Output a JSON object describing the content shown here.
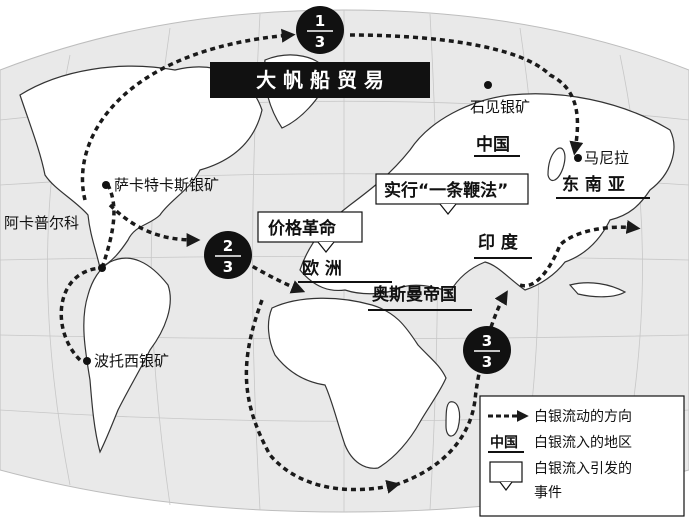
{
  "banner": {
    "title": "大 帆 船 贸 易"
  },
  "mines": {
    "iwami": "石见银矿",
    "zacatecas": "萨卡特卡斯银矿",
    "potosi": "波托西银矿"
  },
  "places": {
    "acapulco": "阿卡普尔科",
    "manila": "马尼拉",
    "china": "中国",
    "southeast_asia": "东 南 亚",
    "india": "印 度",
    "europe": "欧 洲",
    "ottoman": "奥斯曼帝国"
  },
  "events": {
    "china_event": "实行“一条鞭法”",
    "europe_event": "价格革命"
  },
  "fractions": {
    "pacific": {
      "num": "1",
      "den": "3"
    },
    "atlantic": {
      "num": "2",
      "den": "3"
    },
    "indian": {
      "num": "3",
      "den": "3"
    }
  },
  "legend": {
    "flow": "白银流动的方向",
    "region_sample": "中国",
    "region": "白银流入的地区",
    "event_line1": "白银流入引发的",
    "event_line2": "事件"
  },
  "colors": {
    "ocean": "#e9e9e9",
    "land": "#ffffff",
    "route": "#1a1a1a",
    "label_bg": "#111111"
  }
}
